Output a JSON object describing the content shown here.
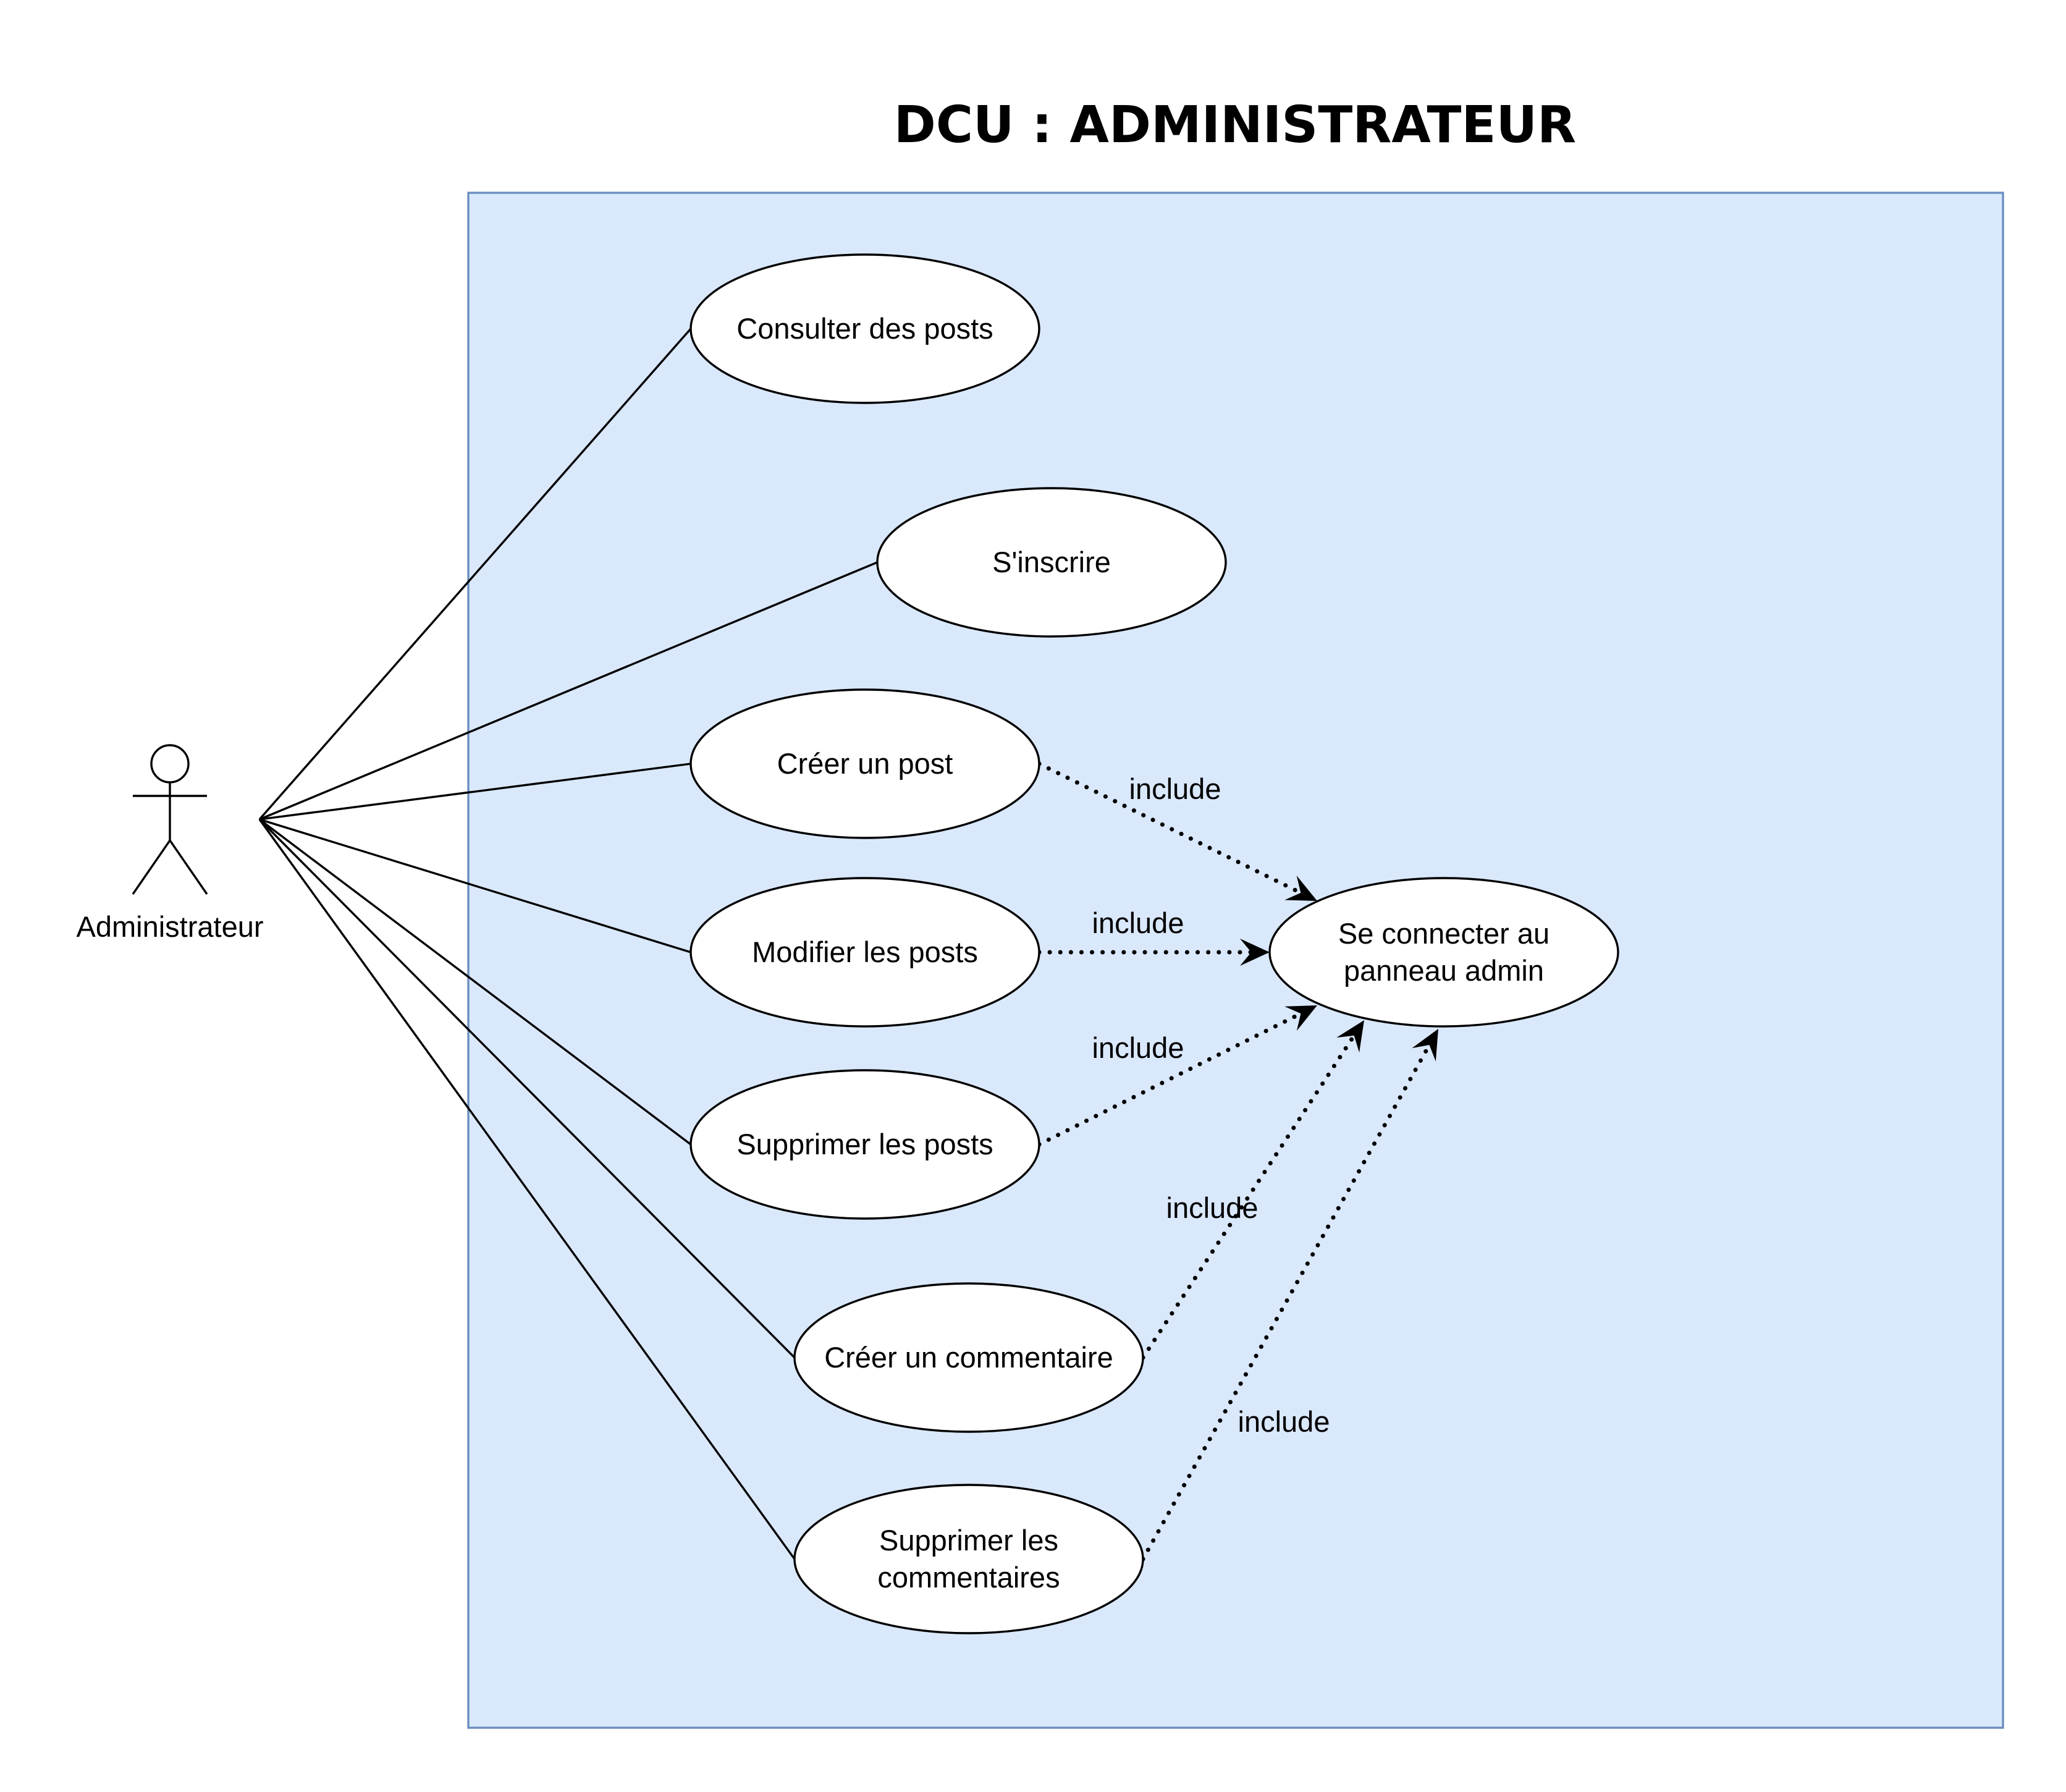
{
  "title": "DCU : ADMINISTRATEUR",
  "colors": {
    "system_fill": "#dae8fc",
    "system_stroke": "#6c8ebf",
    "use_case_fill": "#ffffff",
    "line": "#000000"
  },
  "actor": {
    "name": "Administrateur",
    "icon": "stick-figure-icon"
  },
  "use_cases": [
    {
      "id": "consulter",
      "lines": [
        "Consulter des posts"
      ]
    },
    {
      "id": "inscrire",
      "lines": [
        "S'inscrire"
      ]
    },
    {
      "id": "creer-post",
      "lines": [
        "Créer un post"
      ]
    },
    {
      "id": "modifier-posts",
      "lines": [
        "Modifier les posts"
      ]
    },
    {
      "id": "supprimer-posts",
      "lines": [
        "Supprimer les posts"
      ]
    },
    {
      "id": "creer-commentaire",
      "lines": [
        "Créer un commentaire"
      ]
    },
    {
      "id": "supprimer-commentaires",
      "lines": [
        "Supprimer les",
        "commentaires"
      ]
    },
    {
      "id": "connecter",
      "lines": [
        "Se connecter au",
        "panneau admin"
      ]
    }
  ],
  "associations": [
    "consulter",
    "inscrire",
    "creer-post",
    "modifier-posts",
    "supprimer-posts",
    "creer-commentaire",
    "supprimer-commentaires"
  ],
  "includes": [
    {
      "from": "creer-post",
      "to": "connecter",
      "label": "include"
    },
    {
      "from": "modifier-posts",
      "to": "connecter",
      "label": "include"
    },
    {
      "from": "supprimer-posts",
      "to": "connecter",
      "label": "include"
    },
    {
      "from": "creer-commentaire",
      "to": "connecter",
      "label": "include"
    },
    {
      "from": "supprimer-commentaires",
      "to": "connecter",
      "label": "include"
    }
  ]
}
